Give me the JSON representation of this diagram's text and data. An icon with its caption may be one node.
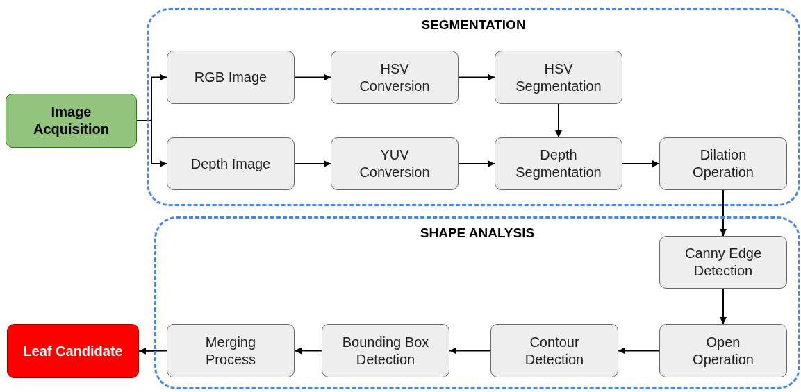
{
  "diagram": {
    "nodes": [
      {
        "text": [
          "SEGMENTATION"
        ]
      },
      {
        "text": [
          "RGB Image"
        ],
        "in": 0
      },
      {
        "text": [
          "HSV Conversion"
        ],
        "in": 0
      },
      {
        "text": [
          "HSV Segmentation"
        ],
        "in": 0
      },
      {
        "text": [
          "Depth Image"
        ],
        "in": 0
      },
      {
        "text": [
          "YUV Conversion"
        ],
        "in": 0
      },
      {
        "text": [
          "Depth Segmentation"
        ],
        "in": 0
      },
      {
        "text": [
          "Dilation Operation"
        ],
        "in": 0
      },
      {
        "text": [
          "Image Acquisition"
        ]
      },
      {
        "text": [
          "SHAPE ANALYSIS"
        ]
      },
      {
        "text": [
          "Canny Edge Detection"
        ],
        "in": 9
      },
      {
        "text": [
          "Leaf Candidate"
        ]
      },
      {
        "text": [
          "Merging Process"
        ],
        "in": 9
      },
      {
        "text": [
          "Bounding Box Detection"
        ],
        "in": 9
      },
      {
        "text": [
          "Contour Detection"
        ],
        "in": 9
      },
      {
        "text": [
          "Open Operation"
        ],
        "in": 9
      }
    ],
    "edges": [
      {
        "from": 8,
        "to": 1,
        "arrow": "to"
      },
      {
        "from": 8,
        "to": 4,
        "arrow": "to"
      },
      {
        "from": 1,
        "to": 2,
        "arrow": "to"
      },
      {
        "from": 2,
        "to": 3,
        "arrow": "to"
      },
      {
        "from": 3,
        "to": 6,
        "arrow": "to"
      },
      {
        "from": 4,
        "to": 5,
        "arrow": "to"
      },
      {
        "from": 5,
        "to": 6,
        "arrow": "to"
      },
      {
        "from": 6,
        "to": 7,
        "arrow": "to"
      },
      {
        "from": 7,
        "to": 10,
        "arrow": "to"
      },
      {
        "from": 10,
        "to": 15,
        "arrow": "to"
      },
      {
        "from": 15,
        "to": 14,
        "arrow": "to"
      },
      {
        "from": 14,
        "to": 13,
        "arrow": "to"
      },
      {
        "from": 13,
        "to": 12,
        "arrow": "to"
      },
      {
        "from": 12,
        "to": 11,
        "arrow": "to"
      }
    ]
  }
}
